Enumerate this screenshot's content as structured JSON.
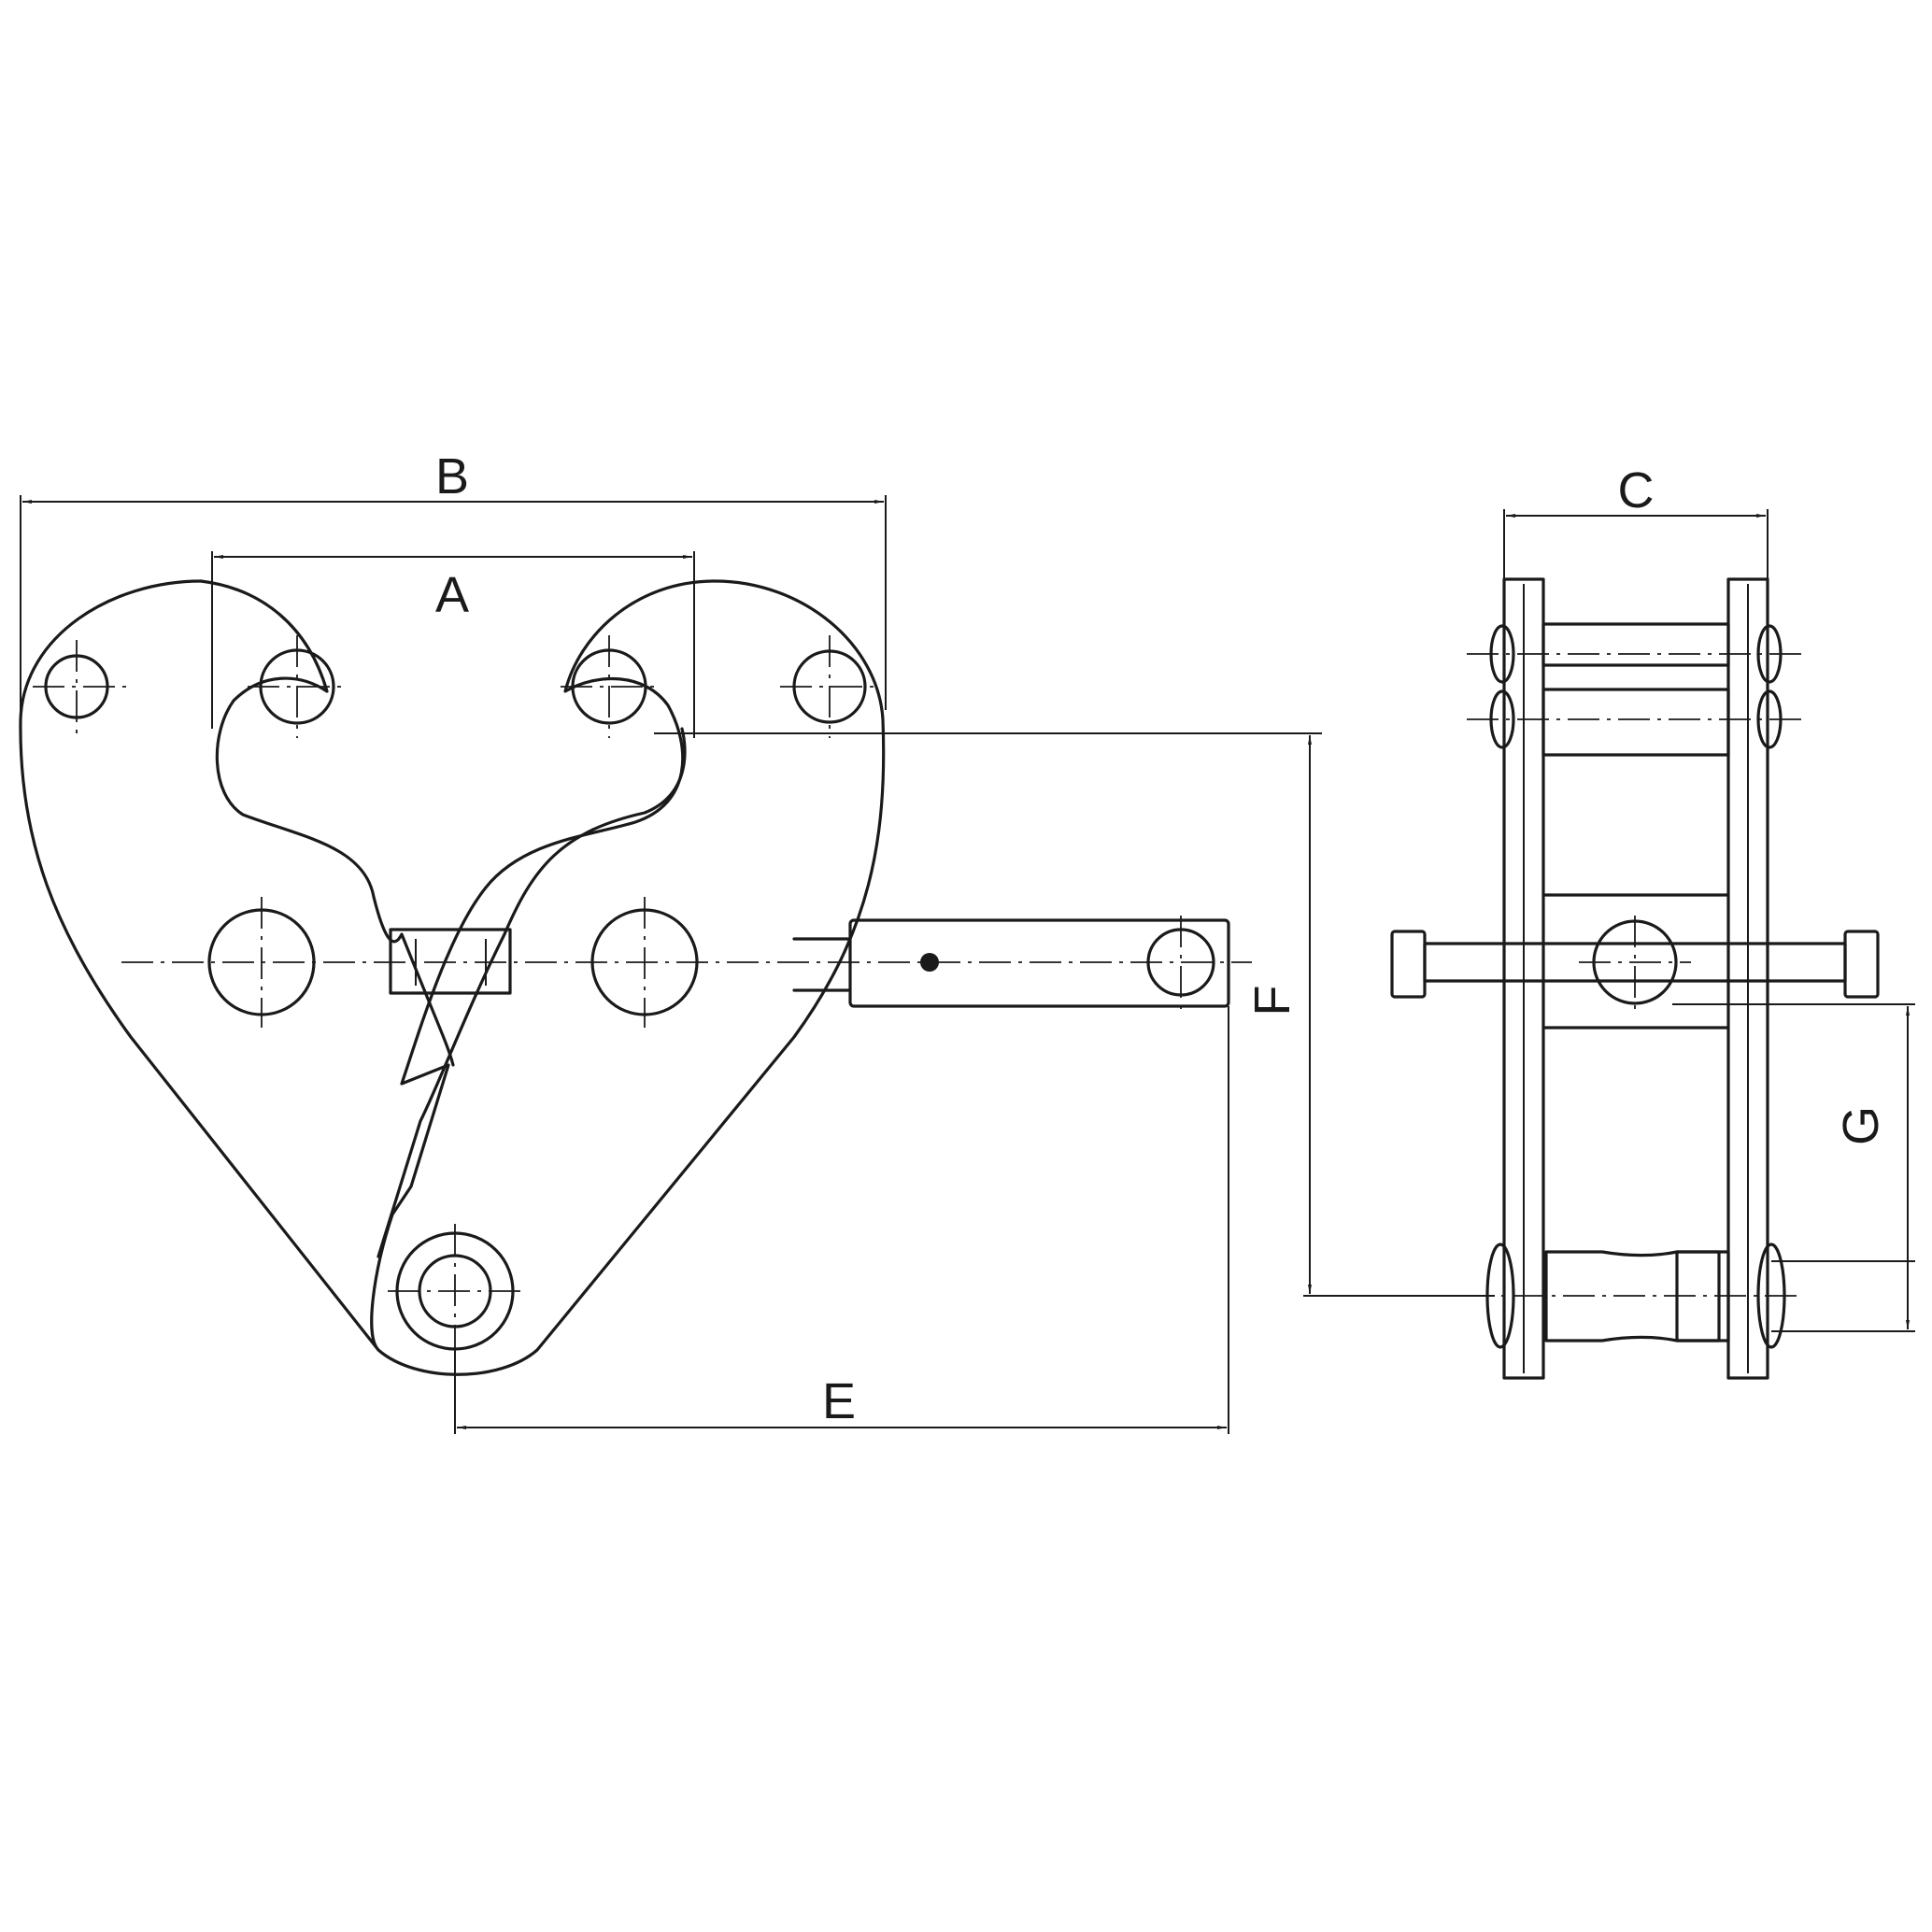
{
  "dimension_labels": {
    "a": "A",
    "b": "B",
    "c": "C",
    "e": "E",
    "f": "F",
    "g": "G"
  }
}
